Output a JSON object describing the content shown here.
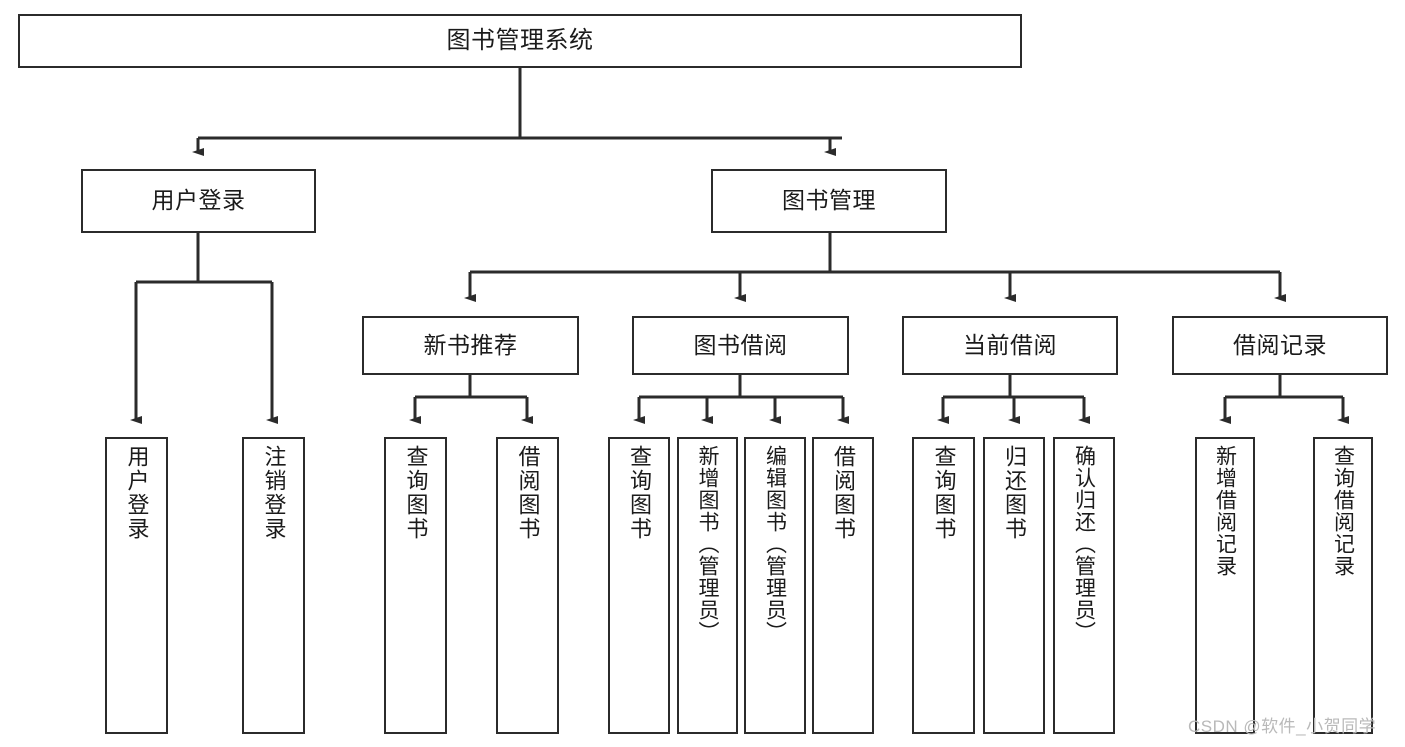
{
  "diagram": {
    "title": "图书管理系统",
    "watermark": "CSDN @软件_小贺同学",
    "line_color": "#2b2b2b",
    "box_fill": "#ffffff",
    "text_color": "#1b1b1b",
    "nodes": {
      "root": "图书管理系统",
      "level2": {
        "user_login": "用户登录",
        "book_manage": "图书管理"
      },
      "level3": {
        "new_book_recommend": "新书推荐",
        "book_borrow": "图书借阅",
        "current_borrow": "当前借阅",
        "borrow_record": "借阅记录"
      },
      "leaves": {
        "user_login_1": "用户登录",
        "user_login_2": "注销登录",
        "new_book_1": "查询图书",
        "new_book_2": "借阅图书",
        "book_borrow_1": "查询图书",
        "book_borrow_2": "新增图书（管理员）",
        "book_borrow_3": "编辑图书（管理员）",
        "book_borrow_4": "借阅图书",
        "current_borrow_1": "查询图书",
        "current_borrow_2": "归还图书",
        "current_borrow_3": "确认归还（管理员）",
        "borrow_record_1": "新增借阅记录",
        "borrow_record_2": "查询借阅记录"
      }
    },
    "chart_data": {
      "type": "tree",
      "title": "图书管理系统",
      "orientation": "top-down",
      "levels": 4,
      "tree": {
        "label": "图书管理系统",
        "children": [
          {
            "label": "用户登录",
            "children": [
              {
                "label": "用户登录",
                "children": []
              },
              {
                "label": "注销登录",
                "children": []
              }
            ]
          },
          {
            "label": "图书管理",
            "children": [
              {
                "label": "新书推荐",
                "children": [
                  {
                    "label": "查询图书",
                    "children": []
                  },
                  {
                    "label": "借阅图书",
                    "children": []
                  }
                ]
              },
              {
                "label": "图书借阅",
                "children": [
                  {
                    "label": "查询图书",
                    "children": []
                  },
                  {
                    "label": "新增图书（管理员）",
                    "children": []
                  },
                  {
                    "label": "编辑图书（管理员）",
                    "children": []
                  },
                  {
                    "label": "借阅图书",
                    "children": []
                  }
                ]
              },
              {
                "label": "当前借阅",
                "children": [
                  {
                    "label": "查询图书",
                    "children": []
                  },
                  {
                    "label": "归还图书",
                    "children": []
                  },
                  {
                    "label": "确认归还（管理员）",
                    "children": []
                  }
                ]
              },
              {
                "label": "借阅记录",
                "children": [
                  {
                    "label": "新增借阅记录",
                    "children": []
                  },
                  {
                    "label": "查询借阅记录",
                    "children": []
                  }
                ]
              }
            ]
          }
        ]
      }
    }
  }
}
